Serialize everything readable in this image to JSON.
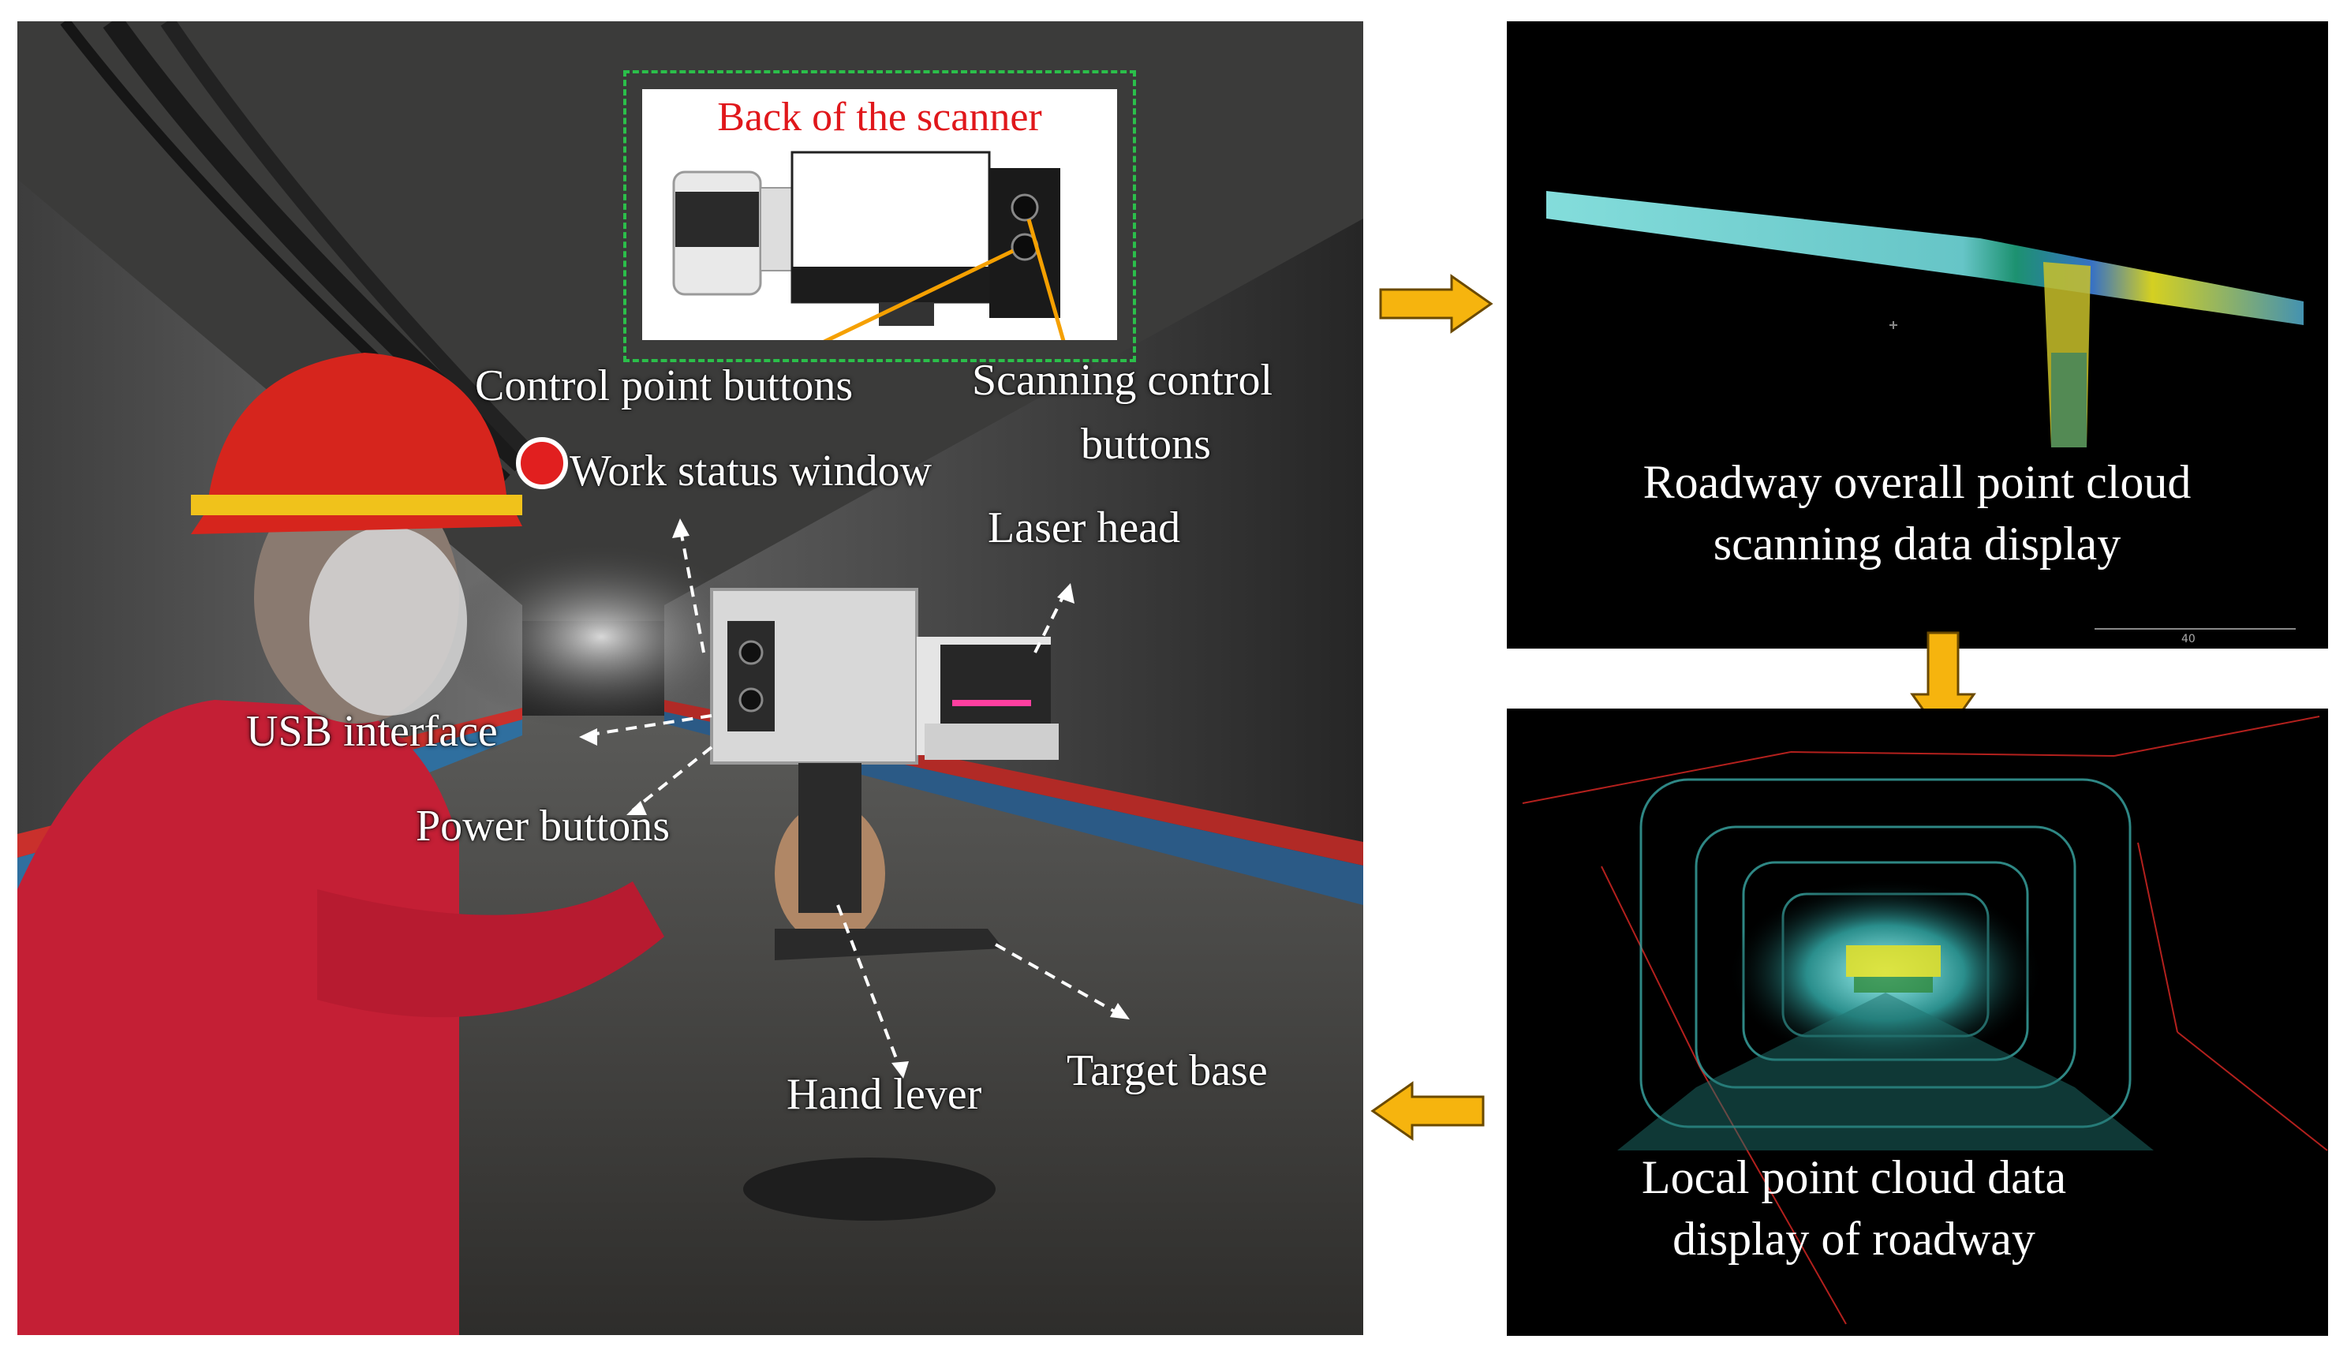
{
  "inset": {
    "title": "Back of the scanner"
  },
  "labels": {
    "control_point_buttons": "Control point buttons",
    "scanning_control_buttons_1": "Scanning control",
    "scanning_control_buttons_2": "buttons",
    "work_status_window": "Work status window",
    "laser_head": "Laser head",
    "usb_interface": "USB interface",
    "power_buttons": "Power buttons",
    "hand_lever": "Hand lever",
    "target_base": "Target base"
  },
  "panels": {
    "overall_line1": "Roadway overall point cloud",
    "overall_line2": "scanning data display",
    "local_line1": "Local point cloud data",
    "local_line2": "display of roadway",
    "scale_value": "40"
  },
  "colors": {
    "arrow_fill": "#f6b40e",
    "arrow_stroke": "#6b4a00",
    "inset_border": "#2bbf4a",
    "inset_title": "#e0171b",
    "callout_line": "#f5a000",
    "point_cloud_cyan": "#7fe3e0",
    "point_cloud_yellow": "#e7e224"
  }
}
